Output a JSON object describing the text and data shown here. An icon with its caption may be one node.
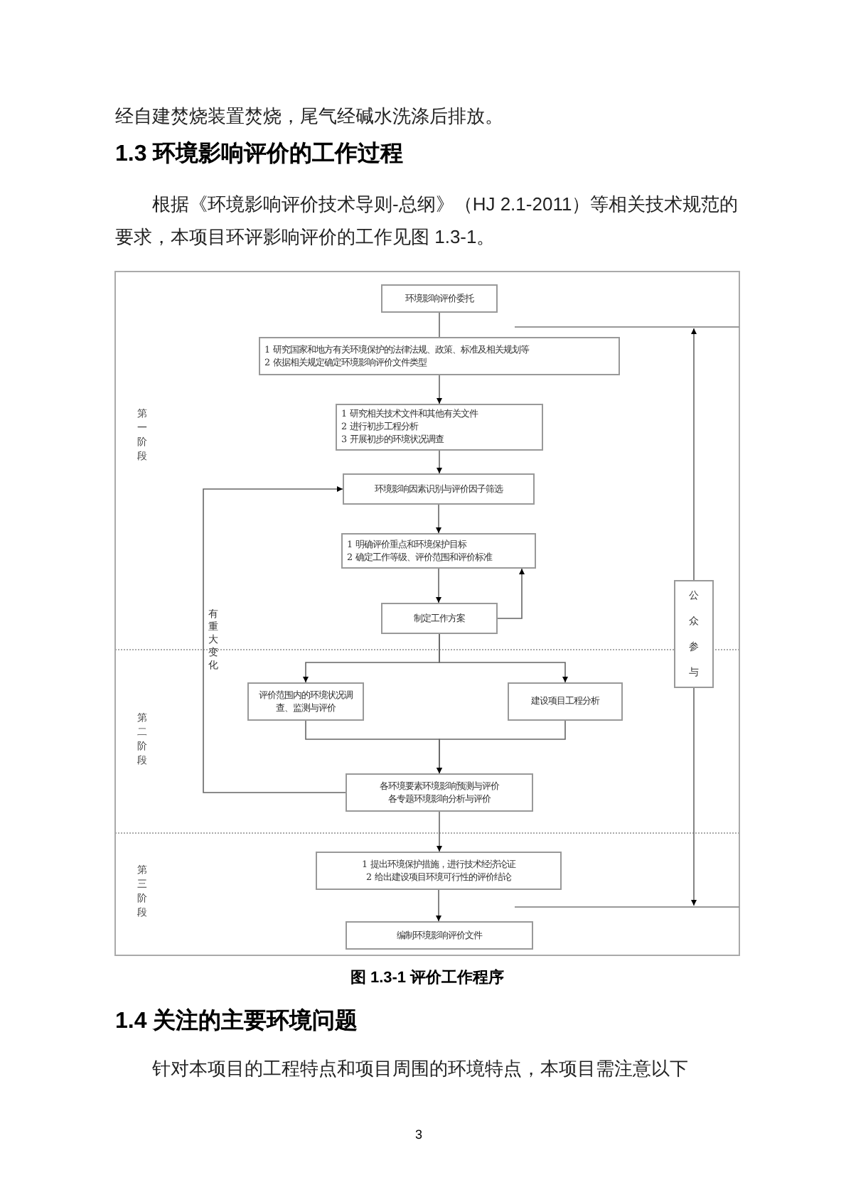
{
  "diagram": {
    "caption": "图 1.3-1 评价工作程序",
    "nodes": [
      {
        "text": [
          "环境影响评价委托"
        ]
      },
      {
        "text": [
          "1 研究国家和地方有关环境保护的法律法规、政策、标准及相关规划等",
          "2 依据相关规定确定环境影响评价文件类型"
        ]
      },
      {
        "text": [
          "1 研究相关技术文件和其他有关文件",
          "2 进行初步工程分析",
          "3 开展初步的环境状况调查"
        ]
      },
      {
        "text": [
          "环境影响因素识别与评价因子筛选"
        ]
      },
      {
        "text": [
          "1 明确评价重点和环境保护目标",
          "2 确定工作等级、评价范围和评价标准"
        ]
      },
      {
        "text": [
          "制定工作方案"
        ]
      },
      {
        "text": [
          "评价范围内的环境状况调查、监测与评价"
        ]
      },
      {
        "text": [
          "建设项目工程分析"
        ]
      },
      {
        "text": [
          "各环境要素环境影响预测与评价",
          "各专题环境影响分析与评价"
        ]
      },
      {
        "text": [
          "1 提出环境保护措施，进行技术经济论证",
          "2 给出建设项目环境可行性的评价结论"
        ]
      },
      {
        "text": [
          "编制环境影响评价文件"
        ]
      },
      {
        "text": [
          "公众参与"
        ]
      }
    ],
    "edges": [
      {
        "from": 0,
        "to": 1,
        "arrow": "none"
      },
      {
        "from": 1,
        "to": 2,
        "arrow": "to"
      },
      {
        "from": 2,
        "to": 3,
        "arrow": "to"
      },
      {
        "from": 3,
        "to": 4,
        "arrow": "to"
      },
      {
        "from": 4,
        "to": 5,
        "arrow": "to"
      },
      {
        "from": 5,
        "to": 4,
        "arrow": "to"
      },
      {
        "from": 5,
        "to": 6,
        "arrow": "to"
      },
      {
        "from": 5,
        "to": 7,
        "arrow": "to"
      },
      {
        "from": 6,
        "to": 8,
        "arrow": "to"
      },
      {
        "from": 7,
        "to": 8,
        "arrow": "to"
      },
      {
        "from": 8,
        "to": 3,
        "arrow": "to",
        "label": "有重大变化"
      },
      {
        "from": 8,
        "to": 9,
        "arrow": "to"
      },
      {
        "from": 9,
        "to": 10,
        "arrow": "to"
      },
      {
        "from": 11,
        "to": null,
        "arrow": "to"
      },
      {
        "from": 11,
        "to": null,
        "arrow": "to"
      }
    ],
    "labels": [
      "经自建焚烧装置焚烧，尾气经碱水洗涤后排放。",
      "1.3 环境影响评价的工作过程",
      "根据《环境影响评价技术导则-总纲》（HJ 2.1-2011）等相关技术规范的要求，本项目环评影响评价的工作见图 1.3-1。",
      "第一阶段",
      "第二阶段",
      "第三阶段",
      "1.4 关注的主要环境问题",
      "针对本项目的工程特点和项目周围的环境特点，本项目需注意以下",
      "3"
    ]
  }
}
